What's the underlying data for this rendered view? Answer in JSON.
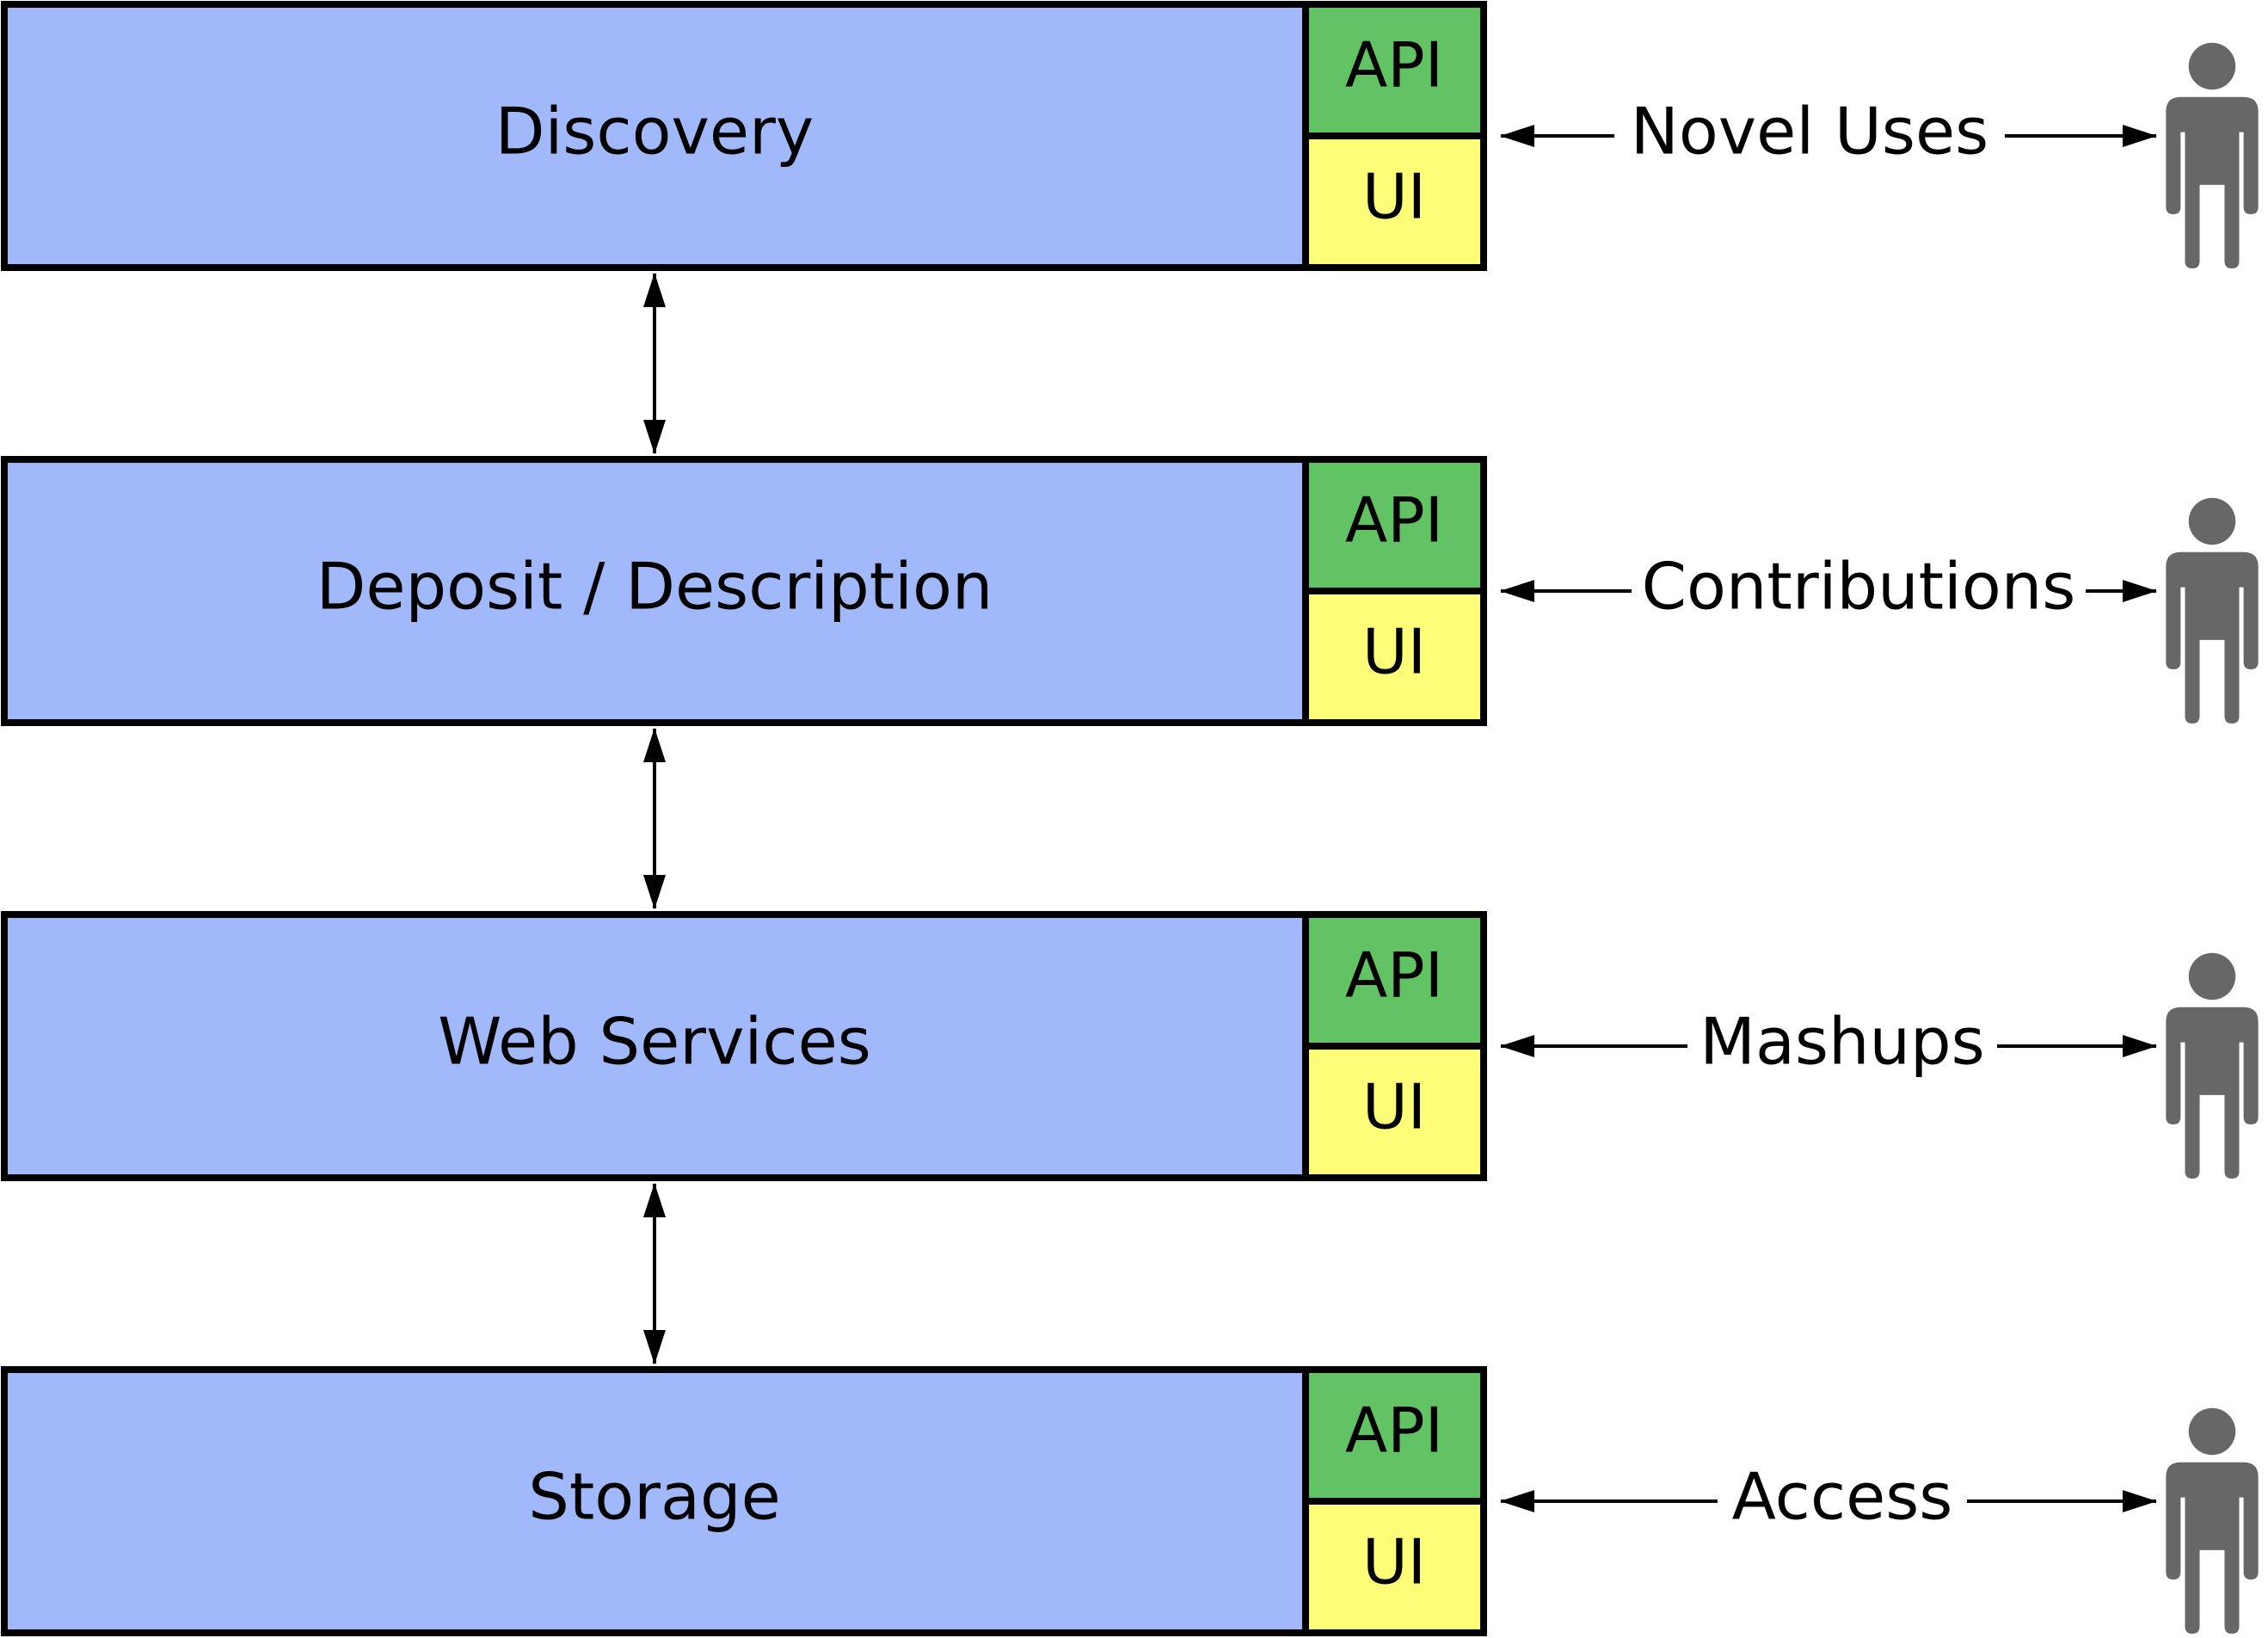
{
  "diagram": {
    "colors": {
      "layer_fill": "#a1b8fa",
      "api_fill": "#62c364",
      "ui_fill": "#fdfd78",
      "stroke": "#000000",
      "person": "#676767"
    },
    "layers": [
      {
        "name": "Discovery",
        "api_label": "API",
        "ui_label": "UI",
        "connection_label": "Novel Uses"
      },
      {
        "name": "Deposit / Description",
        "api_label": "API",
        "ui_label": "UI",
        "connection_label": "Contributions"
      },
      {
        "name": "Web Services",
        "api_label": "API",
        "ui_label": "UI",
        "connection_label": "Mashups"
      },
      {
        "name": "Storage",
        "api_label": "API",
        "ui_label": "UI",
        "connection_label": "Access"
      }
    ],
    "icons": {
      "person": "person-icon",
      "arrow": "double-headed-arrow"
    }
  }
}
